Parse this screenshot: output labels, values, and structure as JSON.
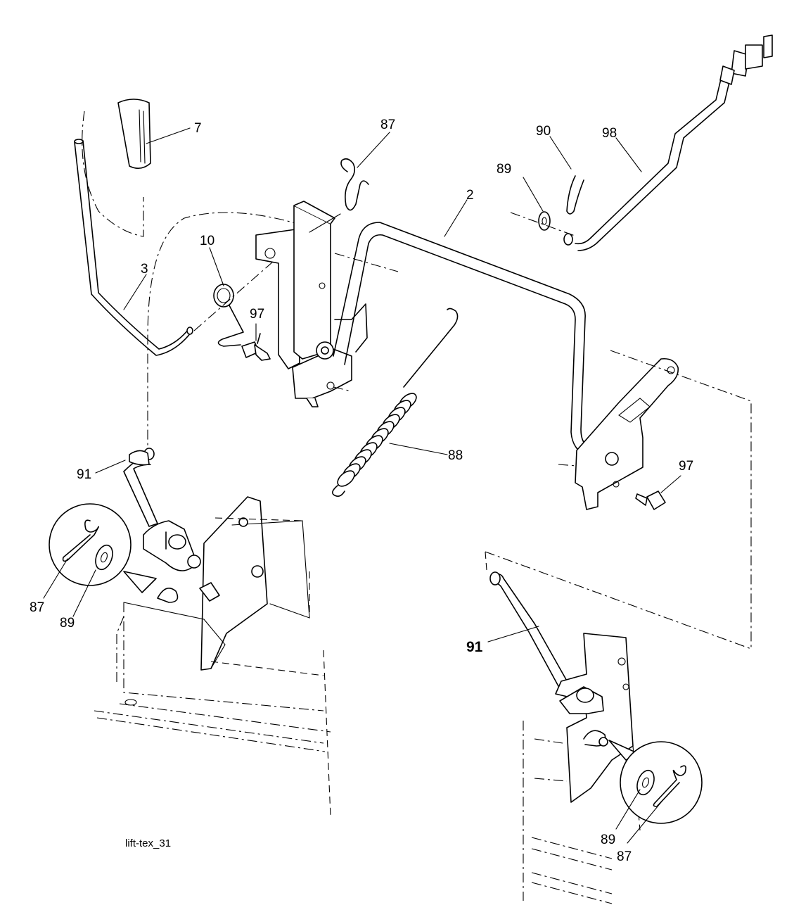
{
  "callouts": {
    "c7": "7",
    "c87_top": "87",
    "c90": "90",
    "c98": "98",
    "c89_top": "89",
    "c2": "2",
    "c10": "10",
    "c3": "3",
    "c97_left": "97",
    "c88": "88",
    "c97_right": "97",
    "c91_left": "91",
    "c87_left": "87",
    "c89_left": "89",
    "c91_right": "91",
    "c89_right": "89",
    "c87_right": "87"
  },
  "figure_id": "lift-tex_31"
}
